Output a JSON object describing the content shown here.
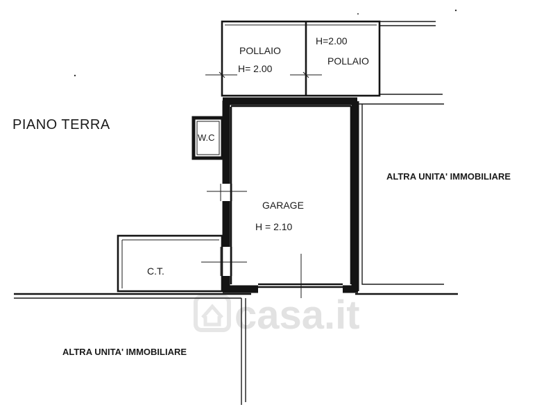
{
  "floor_title": "PIANO TERRA",
  "rooms": {
    "pollaio_left": {
      "name": "POLLAIO",
      "height": "H= 2.00"
    },
    "pollaio_right": {
      "name": "POLLAIO",
      "height": "H=2.00"
    },
    "wc": {
      "name": "W.C"
    },
    "garage": {
      "name": "GARAGE",
      "height": "H = 2.10"
    },
    "ct": {
      "name": "C.T."
    }
  },
  "neighbors": {
    "right": "ALTRA UNITA' IMMOBILIARE",
    "bottom": "ALTRA UNITA' IMMOBILIARE"
  },
  "watermark": "casa.it",
  "colors": {
    "ink": "#141414",
    "watermark": "#e2e2e2"
  }
}
